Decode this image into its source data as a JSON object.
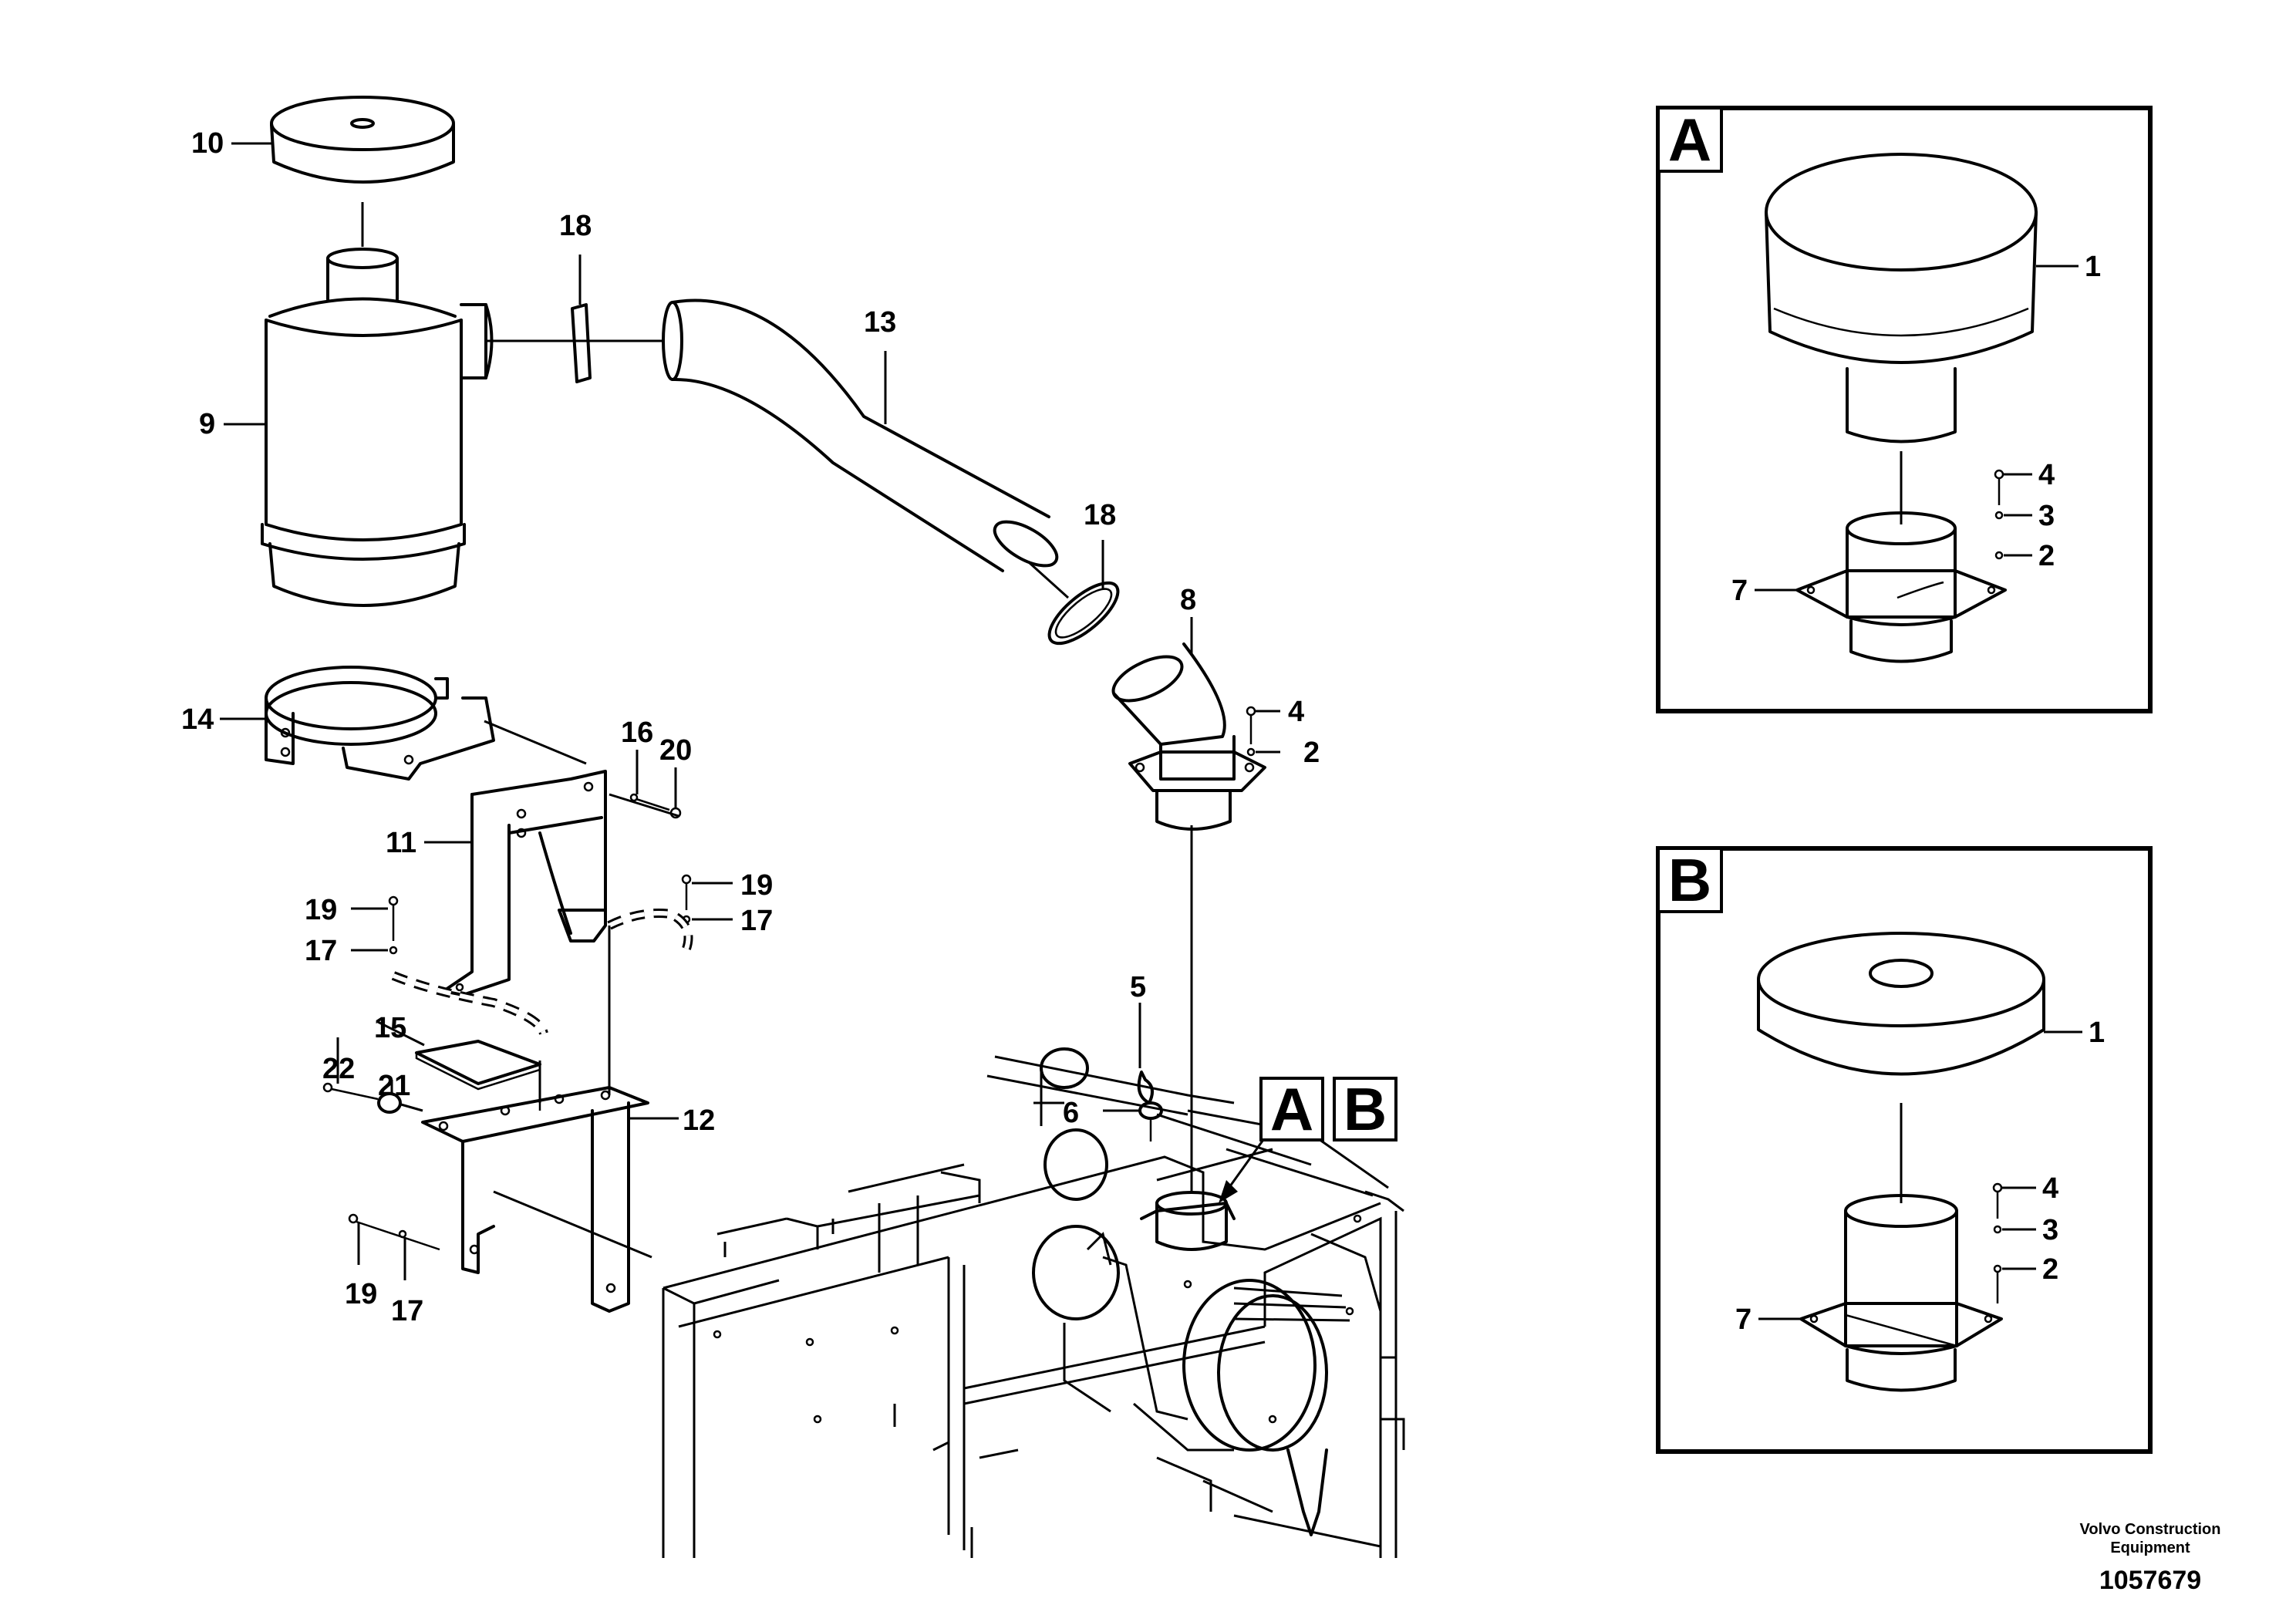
{
  "callouts": {
    "n1": "1",
    "n2": "2",
    "n3": "3",
    "n4": "4",
    "n5": "5",
    "n6": "6",
    "n7": "7",
    "n8": "8",
    "n9": "9",
    "n10": "10",
    "n11": "11",
    "n12": "12",
    "n13": "13",
    "n14": "14",
    "n15": "15",
    "n16": "16",
    "n17": "17",
    "n18": "18",
    "n19": "19",
    "n20": "20",
    "n21": "21",
    "n22": "22"
  },
  "view_letters": {
    "a": "A",
    "b": "B"
  },
  "footer": {
    "manufacturer_line1": "Volvo Construction",
    "manufacturer_line2": "Equipment",
    "document_number": "1057679"
  }
}
